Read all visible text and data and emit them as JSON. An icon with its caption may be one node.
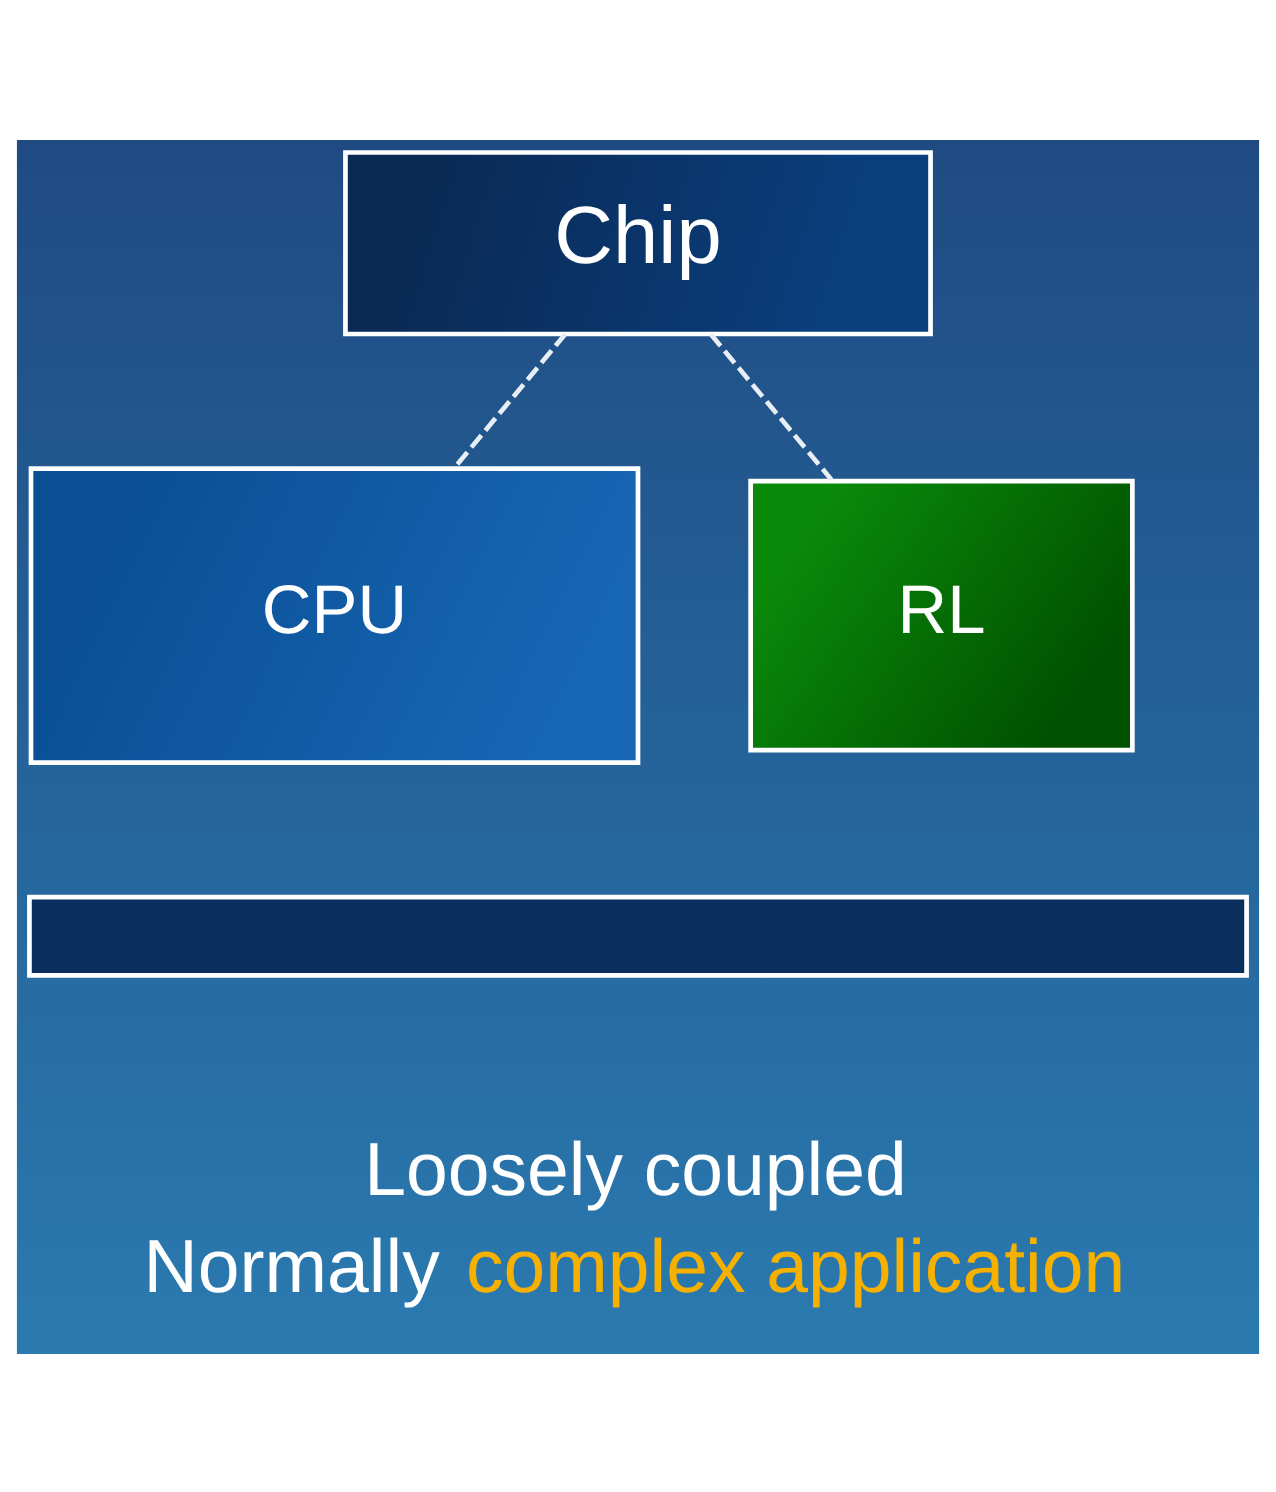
{
  "diagram": {
    "nodes": [
      {
        "text": [
          "Chip"
        ]
      },
      {
        "text": [
          "CPU"
        ]
      },
      {
        "text": [
          "RL"
        ]
      },
      {
        "text": [],
        "shape": "bar"
      }
    ],
    "edges": [
      {
        "from": 0,
        "to": 1,
        "arrow": "none",
        "style": "dashed"
      },
      {
        "from": 0,
        "to": 2,
        "arrow": "none",
        "style": "dashed"
      }
    ],
    "labels": [
      "Loosely coupled",
      "Normally",
      "complex application"
    ]
  }
}
